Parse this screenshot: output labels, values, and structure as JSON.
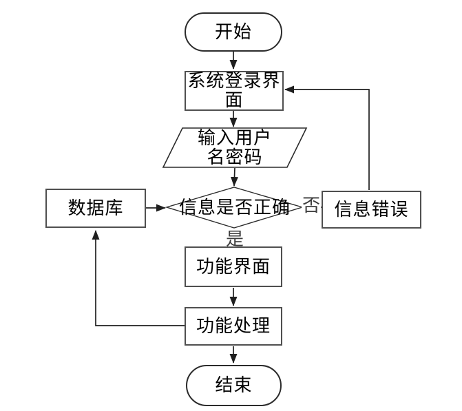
{
  "diagram": {
    "title": "login-flowchart",
    "nodes": {
      "start": {
        "label": "开始",
        "type": "terminator"
      },
      "login": {
        "label": "系统登录界面",
        "type": "process"
      },
      "input": {
        "label": "输入用户名密码",
        "type": "input-output"
      },
      "check": {
        "label": "信息是否正确",
        "type": "decision"
      },
      "database": {
        "label": "数据库",
        "type": "process"
      },
      "error": {
        "label": "信息错误",
        "type": "process"
      },
      "func_ui": {
        "label": "功能界面",
        "type": "process"
      },
      "func_proc": {
        "label": "功能处理",
        "type": "process"
      },
      "end": {
        "label": "结束",
        "type": "terminator"
      }
    },
    "edge_labels": {
      "yes": "是",
      "no": "否"
    },
    "edges": [
      {
        "from": "start",
        "to": "login"
      },
      {
        "from": "login",
        "to": "input"
      },
      {
        "from": "input",
        "to": "check"
      },
      {
        "from": "database",
        "to": "check"
      },
      {
        "from": "check",
        "to": "error",
        "label": "否"
      },
      {
        "from": "error",
        "to": "login"
      },
      {
        "from": "check",
        "to": "func_ui",
        "label": "是"
      },
      {
        "from": "func_ui",
        "to": "func_proc"
      },
      {
        "from": "func_proc",
        "to": "database"
      },
      {
        "from": "func_proc",
        "to": "end"
      }
    ],
    "colors": {
      "background": "#ffffff",
      "line": "#1f1f1f",
      "rect_border": "#4f4f4f",
      "text": "#000000",
      "edge_label_text": "#3d3d3d"
    }
  }
}
